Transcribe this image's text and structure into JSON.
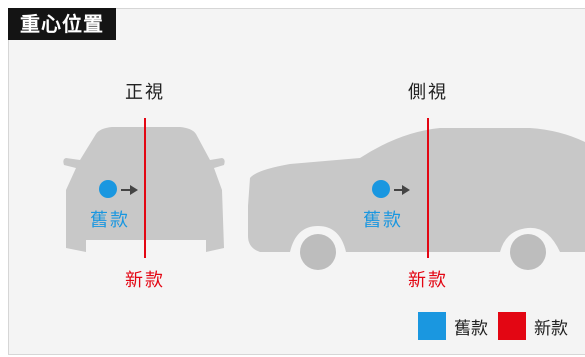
{
  "title": "重心位置",
  "front_view": {
    "label": "正視",
    "old_label": "舊款",
    "new_label": "新款"
  },
  "side_view": {
    "label": "側視",
    "old_label": "舊款",
    "new_label": "新款"
  },
  "legend": {
    "old": "舊款",
    "new": "新款"
  },
  "colors": {
    "old": "#1a97e0",
    "new": "#e30613",
    "car": "#c8c8c8"
  }
}
